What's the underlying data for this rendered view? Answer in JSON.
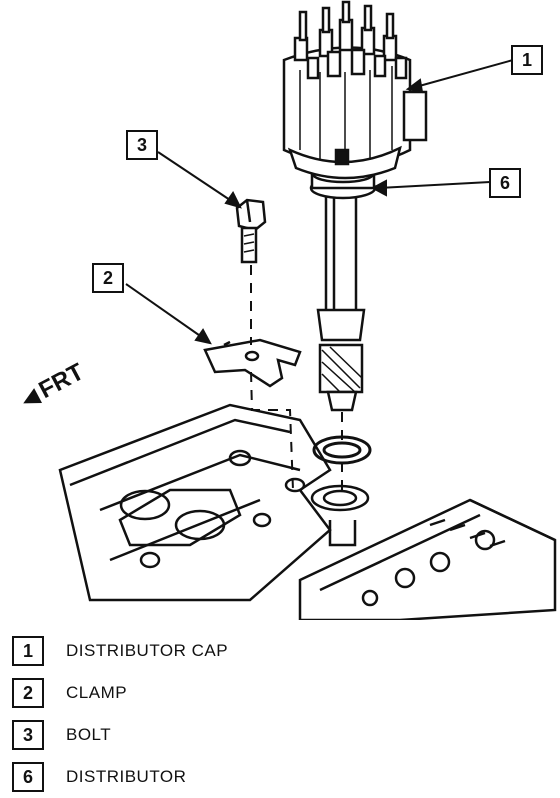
{
  "diagram": {
    "orientation_label": "FRT",
    "callouts": [
      {
        "number": "1",
        "part": "distributor-cap"
      },
      {
        "number": "6",
        "part": "distributor"
      },
      {
        "number": "3",
        "part": "bolt"
      },
      {
        "number": "2",
        "part": "clamp"
      }
    ]
  },
  "legend": [
    {
      "number": "1",
      "label": "DISTRIBUTOR CAP"
    },
    {
      "number": "2",
      "label": "CLAMP"
    },
    {
      "number": "3",
      "label": "BOLT"
    },
    {
      "number": "6",
      "label": "DISTRIBUTOR"
    }
  ]
}
